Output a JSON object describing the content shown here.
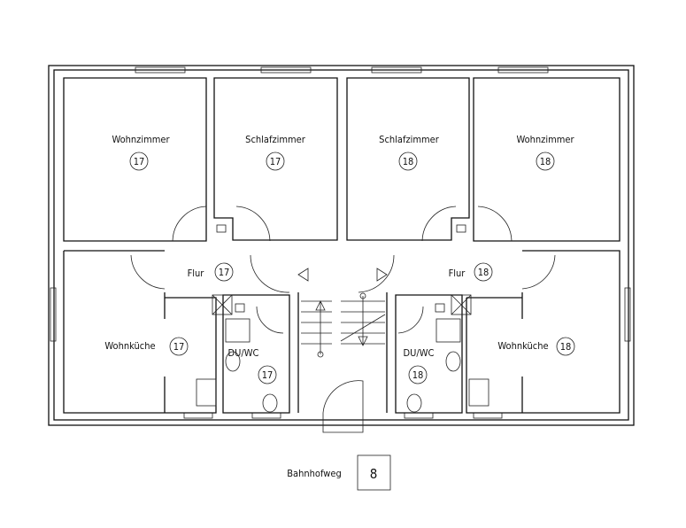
{
  "plan": {
    "rooms": {
      "wohnzimmer_17": {
        "label": "Wohnzimmer",
        "number": "17"
      },
      "schlafzimmer_17": {
        "label": "Schlafzimmer",
        "number": "17"
      },
      "schlafzimmer_18": {
        "label": "Schlafzimmer",
        "number": "18"
      },
      "wohnzimmer_18": {
        "label": "Wohnzimmer",
        "number": "18"
      },
      "flur_17": {
        "label": "Flur",
        "number": "17"
      },
      "flur_18": {
        "label": "Flur",
        "number": "18"
      },
      "wohnkueche_17": {
        "label": "Wohnküche",
        "number": "17"
      },
      "wohnkueche_18": {
        "label": "Wohnküche",
        "number": "18"
      },
      "duwc_17": {
        "label": "DU/WC",
        "number": "17"
      },
      "duwc_18": {
        "label": "DU/WC",
        "number": "18"
      }
    },
    "address": {
      "street": "Bahnhofweg",
      "house_number": "8"
    }
  }
}
